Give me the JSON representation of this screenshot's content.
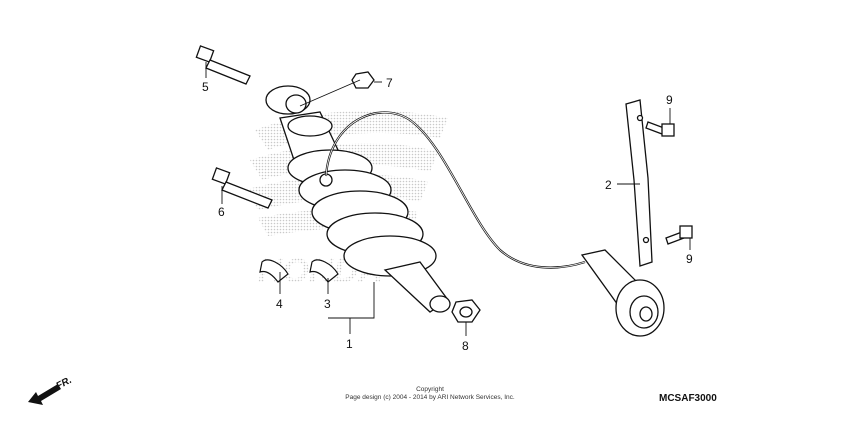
{
  "diagram": {
    "code": "MCSAF3000",
    "front_label": "FR.",
    "copyright_line1": "Copyright",
    "copyright_line2": "Page design (c) 2004 - 2014 by ARI Network Services, Inc.",
    "watermark": "HONDA",
    "callouts": [
      "1",
      "2",
      "3",
      "4",
      "5",
      "6",
      "7",
      "8",
      "9",
      "9"
    ]
  },
  "colors": {
    "line": "#111111",
    "watermark": "#d7d7d7",
    "background": "#ffffff"
  }
}
